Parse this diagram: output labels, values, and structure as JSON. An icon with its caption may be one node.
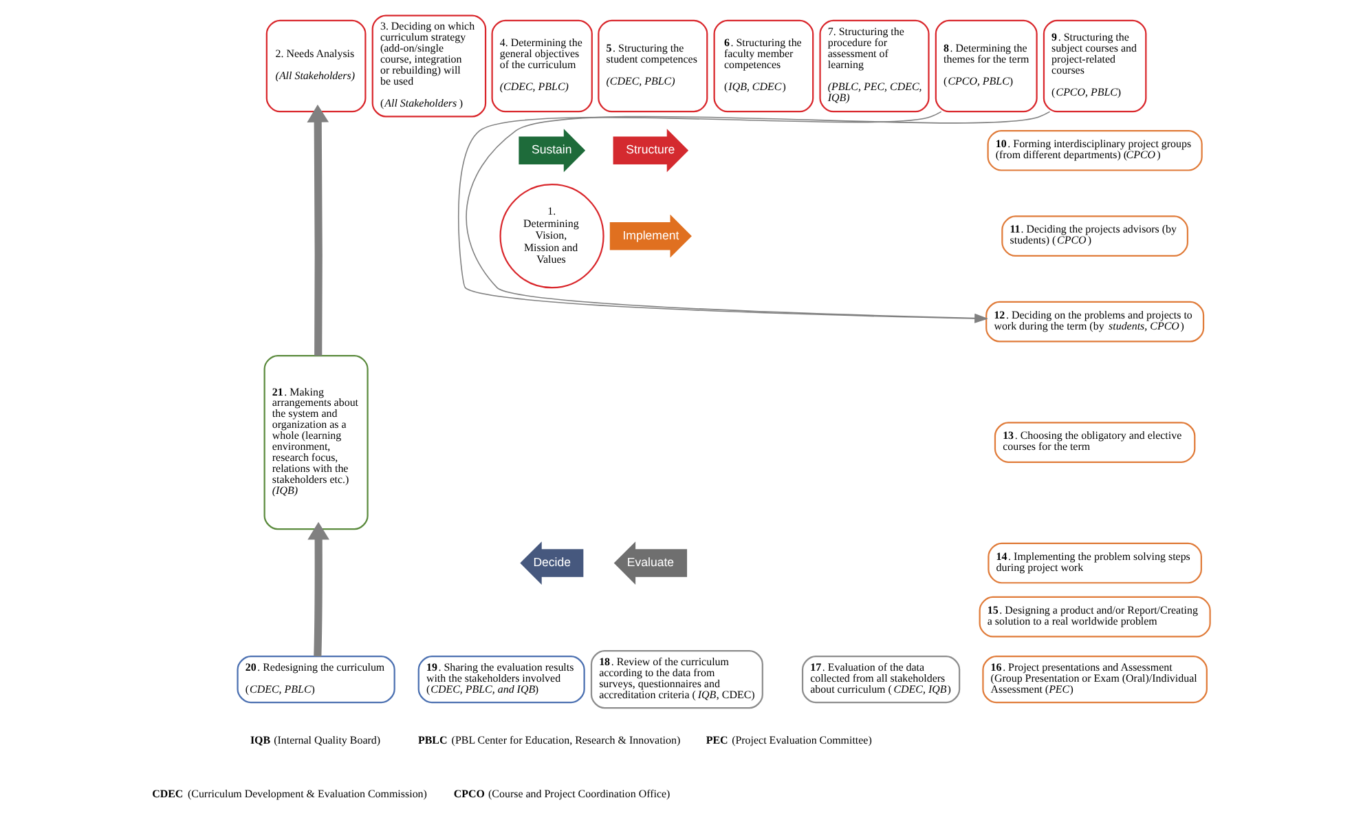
{
  "diagram": {
    "nodes": [
      {
        "text": [
          "1. Determining Vision, Mission and Values"
        ]
      },
      {
        "text": [
          "2. Needs Analysis",
          "*(All Stakeholders)*"
        ]
      },
      {
        "text": [
          "3. Deciding on which curriculum strategy (add-on/single course, integration or rebuilding) will be used",
          "(*All Stakeholders*)"
        ]
      },
      {
        "text": [
          "4. Determining the general objectives of the curriculum",
          "*(CDEC, PBLC)*"
        ]
      },
      {
        "text": [
          "**5**. Structuring the student competences",
          "*(CDEC, PBLC)*"
        ]
      },
      {
        "text": [
          "**6**. Structuring the faculty member competences",
          "(*IQB, CDEC*)"
        ]
      },
      {
        "text": [
          "7. Structuring the procedure for assessment of learning",
          "*(PBLC, PEC, CDEC, IQB)*"
        ]
      },
      {
        "text": [
          "**8**. Determining the themes for the term",
          "(*CPCO, PBLC*)"
        ]
      },
      {
        "text": [
          "**9**. Structuring the subject courses and project-related courses",
          "(*CPCO, PBLC*)"
        ]
      },
      {
        "text": [
          "**10**. Forming interdisciplinary project groups (from different departments) (*CPCO*)"
        ]
      },
      {
        "text": [
          "**11**. Deciding the projects advisors (by students) (*CPCO*)"
        ]
      },
      {
        "text": [
          "**12**. Deciding on the problems and projects to work during the term (by *students, CPCO*)"
        ]
      },
      {
        "text": [
          "**13**. Choosing the obligatory and elective courses for the term"
        ]
      },
      {
        "text": [
          "**14**. Implementing the problem solving steps during project work"
        ]
      },
      {
        "text": [
          "**15**. Designing a product and/or Report/Creating a solution to a real worldwide problem"
        ]
      },
      {
        "text": [
          "**16**. Project presentations and Assessment (Group Presentation or Exam (Oral)/Individual Assessment (*PEC*)"
        ]
      },
      {
        "text": [
          "**17**. Evaluation of the data collected from all stakeholders about curriculum (*CDEC, IQB*)"
        ]
      },
      {
        "text": [
          "**18**. Review of the curriculum according to the data from surveys, questionnaires and accreditation criteria (*IQB*, CDEC)"
        ]
      },
      {
        "text": [
          "**19**. Sharing the evaluation results with the stakeholders involved (*CDEC, PBLC, and IQB*)"
        ]
      },
      {
        "text": [
          "**20**. Redesigning the curriculum",
          "(*CDEC, PBLC*)"
        ]
      },
      {
        "text": [
          "**21**. Making arrangements about the system and organization as a whole (learning environment, research focus, relations with the stakeholders etc.) *(IQB)*"
        ]
      },
      {
        "text": [
          "Structure"
        ]
      },
      {
        "text": [
          "Implement"
        ]
      },
      {
        "text": [
          "Evaluate"
        ]
      },
      {
        "text": [
          "Decide"
        ]
      },
      {
        "text": [
          "Sustain"
        ]
      }
    ],
    "edges": [
      {
        "from": 19,
        "to": 20,
        "arrow": "to",
        "style": "thick"
      },
      {
        "from": 20,
        "to": 1,
        "arrow": "to",
        "style": "thick"
      },
      {
        "from": 7,
        "to": 11,
        "arrow": "to"
      },
      {
        "from": 8,
        "to": 11,
        "arrow": "to"
      }
    ],
    "labels": [
      "**IQB** (Internal Quality Board)",
      "**PBLC** (PBL Center for Education, Research & Innovation)",
      "**PEC** (Project Evaluation Committee)",
      "**CDEC** (Curriculum Development & Evaluation Commission)",
      "**CPCO** (Course and Project Coordination Office)"
    ]
  }
}
